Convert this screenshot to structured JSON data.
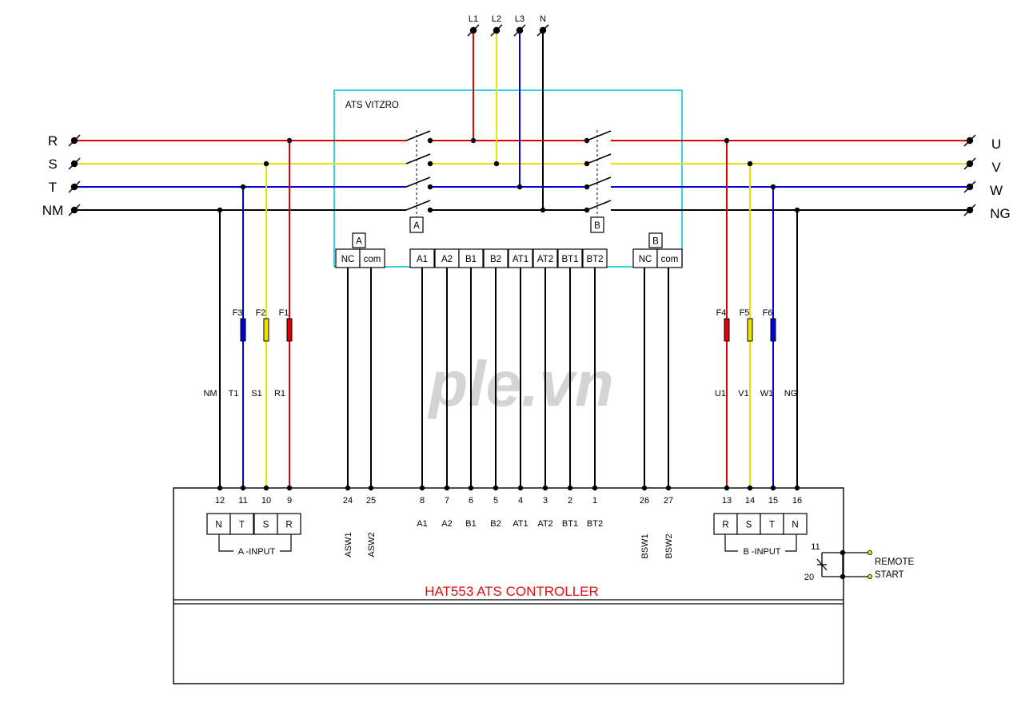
{
  "colors": {
    "R": "#e00000",
    "S": "#f0e000",
    "T": "#0000dd",
    "N": "#000000",
    "ats_box": "#00c8d8",
    "title": "#e01010",
    "watermark": "#d4d4d4"
  },
  "watermark": "ple.vn",
  "top_lines": [
    "L1",
    "L2",
    "L3",
    "N"
  ],
  "left_bus": [
    "R",
    "S",
    "T",
    "NM"
  ],
  "right_bus": [
    "U",
    "V",
    "W",
    "NG"
  ],
  "ats": {
    "title": "ATS VITZRO",
    "switch_a": "A",
    "switch_b": "B",
    "aux_a_tag": "A",
    "aux_b_tag": "B",
    "aux_a": [
      "NC",
      "com"
    ],
    "aux_b": [
      "NC",
      "com"
    ],
    "terminals": [
      "A1",
      "A2",
      "B1",
      "B2",
      "AT1",
      "AT2",
      "BT1",
      "BT2"
    ]
  },
  "fuses_left": [
    "F3",
    "F2",
    "F1"
  ],
  "fuses_right": [
    "F4",
    "F5",
    "F6"
  ],
  "wires_left": [
    "NM",
    "T1",
    "S1",
    "R1"
  ],
  "wires_right": [
    "U1",
    "V1",
    "W1",
    "NG"
  ],
  "controller": {
    "title": "HAT553 ATS CONTROLLER",
    "pins_a_input": [
      "12",
      "11",
      "10",
      "9"
    ],
    "pins_asw": [
      "24",
      "25"
    ],
    "labels_asw": [
      "ASW1",
      "ASW2"
    ],
    "pins_mid": [
      "8",
      "7",
      "6",
      "5",
      "4",
      "3",
      "2",
      "1"
    ],
    "labels_mid": [
      "A1",
      "A2",
      "B1",
      "B2",
      "AT1",
      "AT2",
      "BT1",
      "BT2"
    ],
    "pins_bsw": [
      "26",
      "27"
    ],
    "labels_bsw": [
      "BSW1",
      "BSW2"
    ],
    "pins_b_input": [
      "13",
      "14",
      "15",
      "16"
    ],
    "a_input_boxes": [
      "N",
      "T",
      "S",
      "R"
    ],
    "a_input_label": "A -INPUT",
    "b_input_boxes": [
      "R",
      "S",
      "T",
      "N"
    ],
    "b_input_label": "B -INPUT",
    "remote_pins": [
      "11",
      "20"
    ],
    "remote_label_1": "REMOTE",
    "remote_label_2": "START"
  }
}
